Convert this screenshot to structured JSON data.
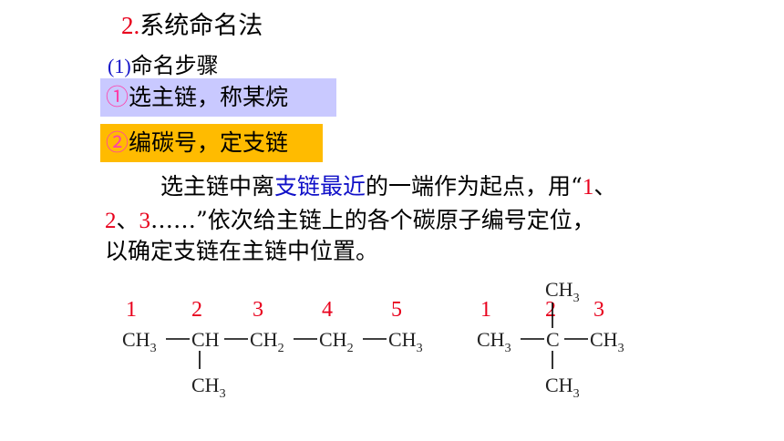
{
  "heading": {
    "num": "2.",
    "text": "系统命名法"
  },
  "subheading": {
    "num": "(1)",
    "text": "命名步骤"
  },
  "steps": [
    {
      "marker": "①",
      "text": "选主链，称某烷",
      "bg": "#c9c9ff"
    },
    {
      "marker": "②",
      "text": "编碳号，定支链",
      "bg": "#ffbb00"
    }
  ],
  "paragraph": {
    "l1_a": "选主链中离",
    "l1_highlight": "支链最近",
    "l1_b": "的一端作为起点，用“",
    "l1_num": "1",
    "l1_c": "、",
    "l2_num1": "2",
    "l2_sep": "、",
    "l2_num2": "3",
    "l2_rest": "……”依次给主链上的各个碳原子编号定位，",
    "l3": "以确定支链在主链中位置。"
  },
  "molecule1": {
    "numbers": [
      "1",
      "2",
      "3",
      "4",
      "5"
    ],
    "chain": [
      {
        "main": "CH",
        "sub": "3"
      },
      {
        "main": "CH",
        "sub": ""
      },
      {
        "main": "CH",
        "sub": "2"
      },
      {
        "main": "CH",
        "sub": "2"
      },
      {
        "main": "CH",
        "sub": "3"
      }
    ],
    "branch": {
      "main": "CH",
      "sub": "3"
    }
  },
  "molecule2": {
    "numbers": [
      "1",
      "2",
      "3"
    ],
    "chain": [
      {
        "main": "CH",
        "sub": "3"
      },
      {
        "main": "C",
        "sub": ""
      },
      {
        "main": "CH",
        "sub": "3"
      }
    ],
    "top_branch": {
      "main": "CH",
      "sub": "3"
    },
    "bottom_branch": {
      "main": "CH",
      "sub": "3"
    }
  },
  "colors": {
    "number_red": "#e8001c",
    "highlight_blue": "#1010c8",
    "marker_pink": "#ff3fa8"
  }
}
